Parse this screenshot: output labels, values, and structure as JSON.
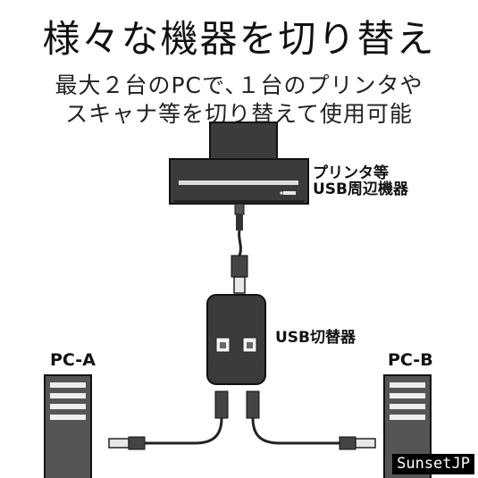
{
  "title": "様々な機器を切り替え",
  "subtitle": {
    "line1": "最大２台のPCで､１台のプリンタや",
    "line2": "スキャナ等を切り替えて使用可能"
  },
  "labels": {
    "printer_line1": "プリンタ等",
    "printer_line2": "USB周辺機器",
    "switch": "USB切替器",
    "pc_a": "PC-A",
    "pc_b": "PC-B"
  },
  "watermark": "SunsetJP",
  "icons": [
    "printer-icon",
    "usb-switch-icon",
    "pc-tower-icon",
    "usb-connector-icon"
  ],
  "colors": {
    "device_dark": "#3b3b3b",
    "device_mid": "#555555",
    "cable": "#222222"
  }
}
